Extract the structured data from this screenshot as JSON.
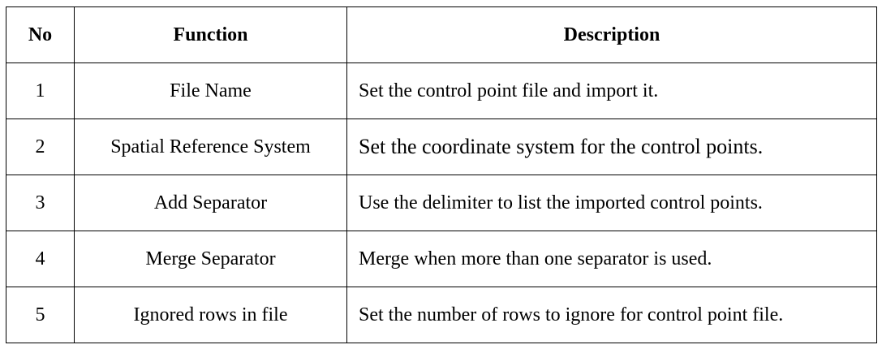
{
  "table": {
    "headers": [
      "No",
      "Function",
      "Description"
    ],
    "rows": [
      {
        "no": "1",
        "function": "File Name",
        "description": "Set the control point file and import it."
      },
      {
        "no": "2",
        "function": "Spatial Reference System",
        "description": "Set the coordinate system for the control points."
      },
      {
        "no": "3",
        "function": "Add Separator",
        "description": "Use the delimiter to list the imported control points."
      },
      {
        "no": "4",
        "function": "Merge Separator",
        "description": "Merge when more than one separator is used."
      },
      {
        "no": "5",
        "function": "Ignored rows in file",
        "description": "Set the number of rows to ignore for control point file."
      }
    ]
  }
}
